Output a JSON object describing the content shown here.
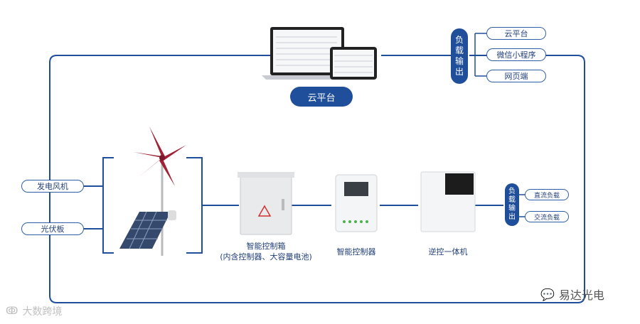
{
  "cloud": {
    "label": "云平台",
    "outputs_label_chars": [
      "负",
      "载",
      "输",
      "出"
    ],
    "outputs": [
      "云平台",
      "微信小程序",
      "网页端"
    ]
  },
  "sources": [
    "发电风机",
    "光伏板"
  ],
  "devices": {
    "box_line1": "智能控制箱",
    "box_line2": "(内含控制器、大容量电池)",
    "controller": "智能控制器",
    "inverter": "逆控一体机"
  },
  "load": {
    "label_chars": [
      "负",
      "载",
      "输",
      "出"
    ],
    "outputs": [
      "直流负载",
      "交流负载"
    ]
  },
  "watermarks": {
    "brand": "易达光电",
    "light": "大数跨境"
  },
  "colors": {
    "line": "#1f4e9a",
    "accent": "#1f4e9a"
  }
}
